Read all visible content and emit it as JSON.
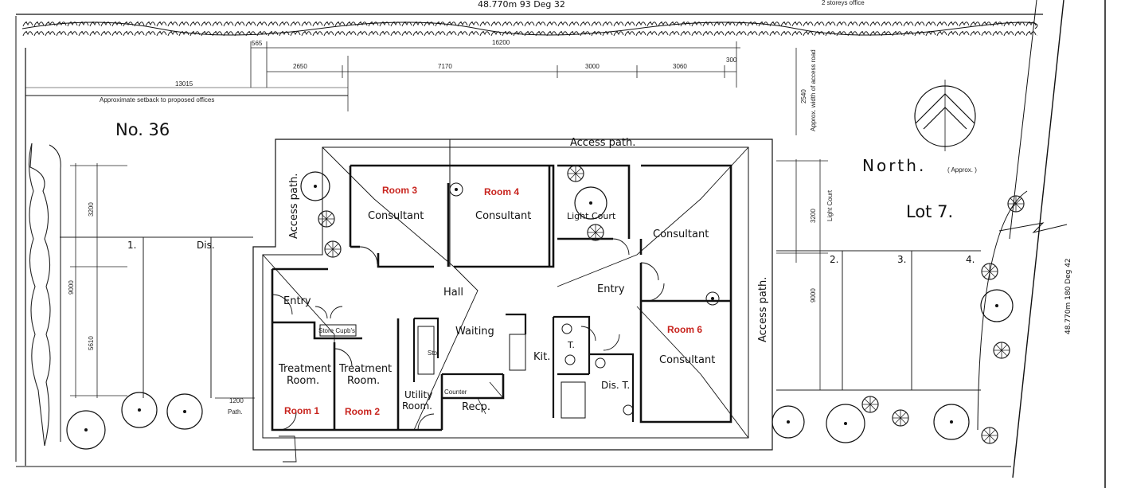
{
  "header": {
    "boundary_top": "48.770m 93 Deg 32",
    "top_right_note": "2 storeys office"
  },
  "boundary_right": "48.770m 180 Deg 42",
  "setback_note": "Approximate setback to proposed offices",
  "setback_dim": "13015",
  "dims_top": {
    "d565": "565",
    "d16200": "16200",
    "d2650": "2650",
    "d7170": "7170",
    "d3000": "3000",
    "d3060": "3060",
    "d300": "300"
  },
  "dims_left": {
    "d3200": "3200",
    "d9000": "9000",
    "d5610": "5610"
  },
  "dims_right": {
    "d3200": "3200",
    "d9000": "9000"
  },
  "dims_misc": {
    "d1200": "1200",
    "d2540": "2540",
    "path_label": "Path.",
    "light_court_note": "Light Court",
    "access_width_note": "Approx. width of access road"
  },
  "neighbours": {
    "no36": "No. 36",
    "lot7": "Lot 7.",
    "north": "North.",
    "approx": "( Approx. )"
  },
  "parking": {
    "p1": "1.",
    "p2": "2.",
    "p3": "3.",
    "p4": "4.",
    "dis": "Dis."
  },
  "labels": {
    "access_path_top": "Access path.",
    "access_path_left": "Access path.",
    "access_path_right": "Access path.",
    "consultant_3": "Consultant",
    "consultant_4": "Consultant",
    "light_court": "Light Court",
    "consultant_5": "Consultant",
    "consultant_6": "Consultant",
    "hall": "Hall",
    "entry_left": "Entry",
    "entry_right": "Entry",
    "waiting": "Waiting",
    "store_cupbs": "Store Cupb's",
    "treatment_1a": "Treatment",
    "treatment_1b": "Room.",
    "treatment_2a": "Treatment",
    "treatment_2b": "Room.",
    "utility_1": "Utility",
    "utility_2": "Room.",
    "counter": "Counter",
    "recp": "Recp.",
    "kit": "Kit.",
    "t": "T.",
    "dis_t": "Dis. T.",
    "sto": "Sto"
  },
  "room_tags": {
    "color": "#c8241e",
    "room1": "Room 1",
    "room2": "Room 2",
    "room3": "Room 3",
    "room4": "Room 4",
    "room6": "Room 6"
  }
}
